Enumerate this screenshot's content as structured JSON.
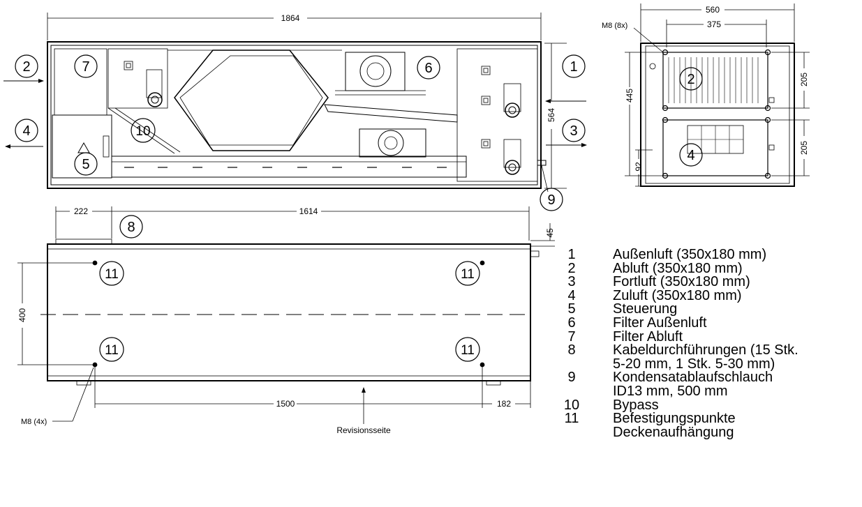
{
  "front_view": {
    "width_dim": "1864",
    "height_dim": "564",
    "callouts": [
      "1",
      "2",
      "3",
      "4",
      "5",
      "6",
      "7",
      "9",
      "10"
    ]
  },
  "side_view": {
    "width_dim": "560",
    "inner_width_dim": "375",
    "height_dim": "445",
    "upper_opening_dim": "205",
    "lower_opening_dim": "205",
    "bottom_offset_dim": "92",
    "bolt_label": "M8 (8x)",
    "callouts": [
      "2",
      "4"
    ]
  },
  "top_view": {
    "offset_dim": "222",
    "length_dim": "1614",
    "top_dim": "45",
    "depth_dim": "400",
    "hole_spacing_dim": "1500",
    "edge_dim": "182",
    "bolt_label": "M8 (4x)",
    "service_side_label": "Revisionsseite",
    "callout_cable": "8",
    "callout_mount": "11"
  },
  "legend": [
    {
      "num": "1",
      "text": "Außenluft (350x180 mm)"
    },
    {
      "num": "2",
      "text": "Abluft (350x180 mm)"
    },
    {
      "num": "3",
      "text": "Fortluft (350x180 mm)"
    },
    {
      "num": "4",
      "text": "Zuluft (350x180 mm)"
    },
    {
      "num": "5",
      "text": "Steuerung"
    },
    {
      "num": "6",
      "text": "Filter Außenluft"
    },
    {
      "num": "7",
      "text": "Filter Abluft"
    },
    {
      "num": "8",
      "text": "Kabeldurchführungen (15 Stk.\n5-20 mm, 1 Stk. 5-30 mm)"
    },
    {
      "num": "9",
      "text": "Kondensatablaufschlauch\nID13 mm, 500 mm"
    },
    {
      "num": "10",
      "text": "Bypass"
    },
    {
      "num": "11",
      "text": "Befestigungspunkte\nDeckenaufhängung"
    }
  ]
}
